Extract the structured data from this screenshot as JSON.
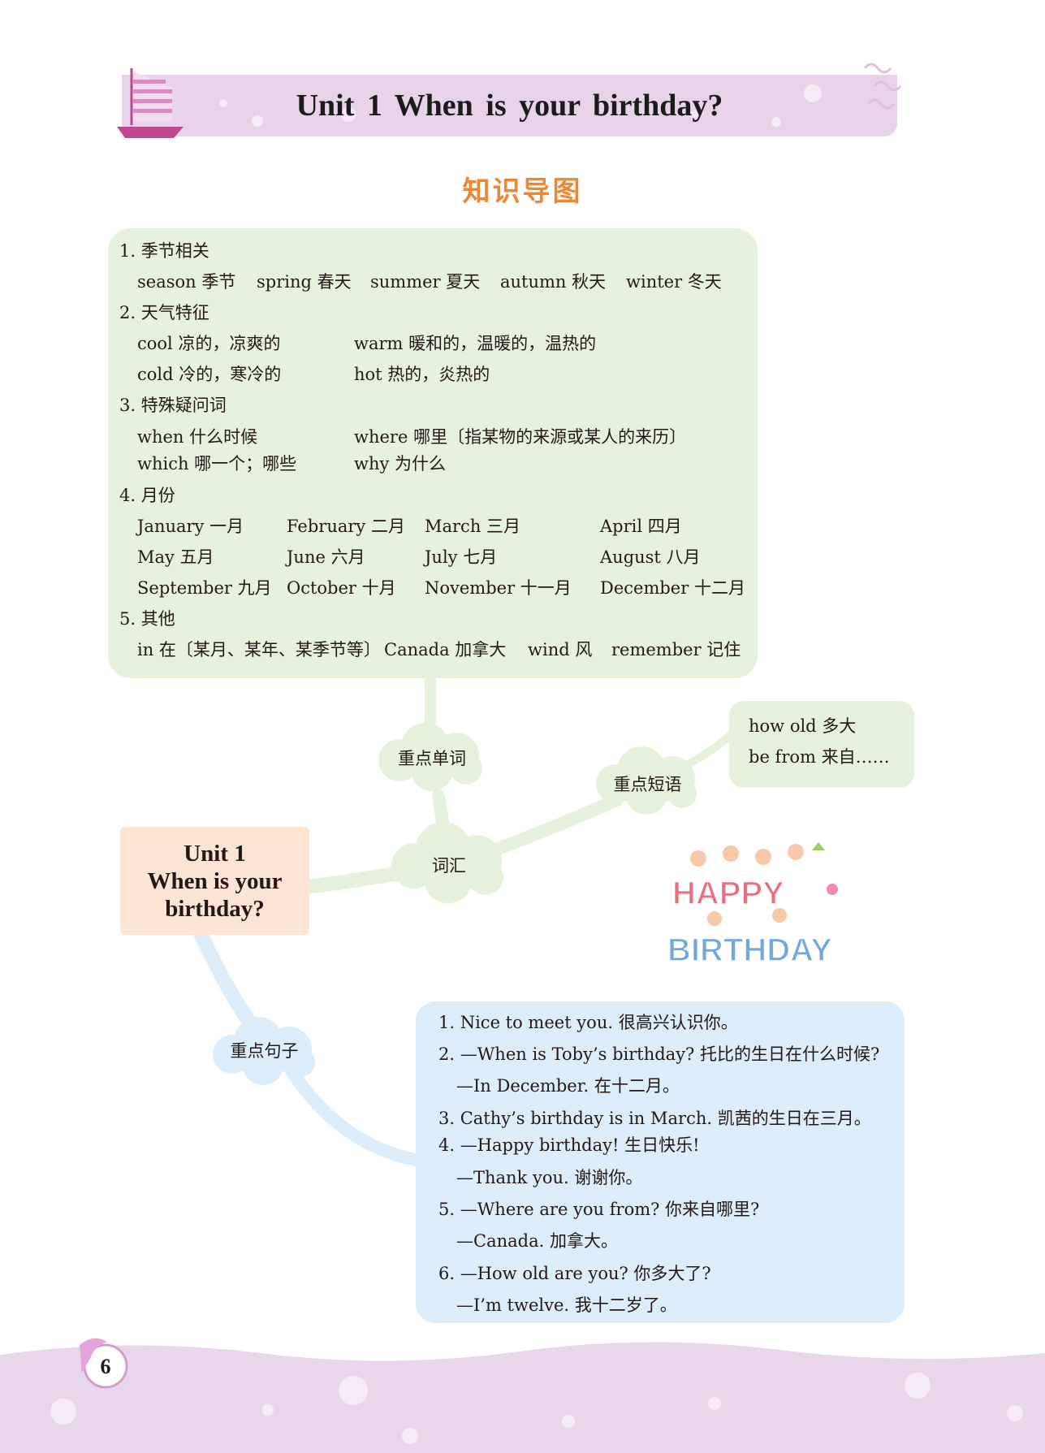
{
  "header": {
    "title": "Unit 1   When is your birthday?"
  },
  "section_heading": "知识导图",
  "vocabulary": {
    "s1_title": "1. 季节相关",
    "s1_items": [
      "season 季节",
      "spring 春天",
      "summer 夏天",
      "autumn 秋天",
      "winter 冬天"
    ],
    "s2_title": "2. 天气特征",
    "s2_items": [
      "cool 凉的，凉爽的",
      "warm 暖和的，温暖的，温热的",
      "cold 冷的，寒冷的",
      "hot 热的，炎热的"
    ],
    "s3_title": "3. 特殊疑问词",
    "s3_items": [
      "when 什么时候",
      "where 哪里〔指某物的来源或某人的来历〕",
      "which 哪一个；哪些",
      "why 为什么"
    ],
    "s4_title": "4. 月份",
    "s4_items": [
      "January 一月",
      "February 二月",
      "March 三月",
      "April 四月",
      "May 五月",
      "June 六月",
      "July 七月",
      "August 八月",
      "September 九月",
      "October 十月",
      "November 十一月",
      "December 十二月"
    ],
    "s5_title": "5. 其他",
    "s5_items": [
      "in 在〔某月、某年、某季节等〕",
      "Canada 加拿大",
      "wind 风",
      "remember 记住"
    ]
  },
  "mindmap": {
    "center_line1": "Unit 1",
    "center_line2": "When is your",
    "center_line3": "birthday?",
    "node_vocab": "词汇",
    "node_key_words": "重点单词",
    "node_key_phrases": "重点短语",
    "node_key_sentences": "重点句子"
  },
  "phrases": [
    "how old 多大",
    "be from 来自……"
  ],
  "sentences": [
    "1. Nice to meet you.  很高兴认识你。",
    "2. —When is Toby’s birthday?  托比的生日在什么时候?",
    "—In December.  在十二月。",
    "3. Cathy’s birthday is in March.  凯茜的生日在三月。",
    "4. —Happy birthday!  生日快乐!",
    "—Thank you.  谢谢你。",
    "5. —Where are you from?  你来自哪里?",
    "—Canada.  加拿大。",
    "6. —How old are you?  你多大了?",
    "—I’m twelve.  我十二岁了。"
  ],
  "illustration": {
    "line1": "HAPPY",
    "line2": "BIRTHDAY"
  },
  "footer": {
    "page_number": "6"
  },
  "colors": {
    "banner": "#e8d3ea",
    "heading": "#ee8732",
    "vocab_bg": "#e6f2dc",
    "sentence_bg": "#dcedfb",
    "unit_bg": "#fce5d3"
  }
}
